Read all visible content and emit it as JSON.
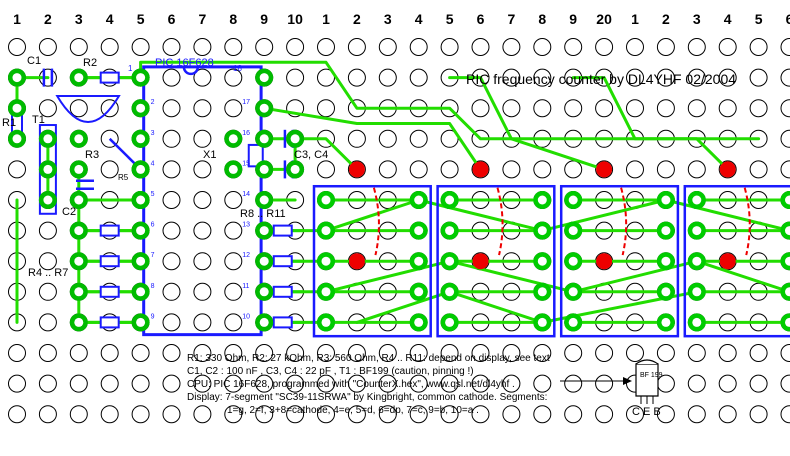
{
  "title": "PIC frequency counter by DL4YHF 02/2004",
  "column_labels": [
    "1",
    "2",
    "3",
    "4",
    "5",
    "6",
    "7",
    "8",
    "9",
    "10",
    "1",
    "2",
    "3",
    "4",
    "5",
    "6",
    "7",
    "8",
    "9",
    "20",
    "1",
    "2",
    "3",
    "4",
    "5",
    "6"
  ],
  "components": {
    "c1": "C1",
    "r2": "R2",
    "r1": "R1",
    "t1": "T1",
    "r3": "R3",
    "r5": "R5",
    "c2": "C2",
    "r4_r7": "R4 .. R7",
    "x1": "X1",
    "c3_c4": "C3, C4",
    "r8_r11": "R8 .. R11",
    "pic": "PIC 16F628",
    "pin1": "1",
    "pin18": "18",
    "transistor_marking": "BF 199",
    "transistor_pins": "C E B"
  },
  "pin_numbers_left": [
    "2",
    "3",
    "4",
    "5",
    "6",
    "7",
    "8",
    "9"
  ],
  "pin_numbers_right": [
    "17",
    "16",
    "15",
    "14",
    "13",
    "12",
    "11",
    "10"
  ],
  "notes": [
    "R1: 330 Ohm,  R2: 27 kOhm,   R3: 560 Ohm,  R4 .. R11: depend on display, see text",
    "C1, C2 : 100 nF ,     C3, C4 : 22 pF ,      T1 : BF199 (caution, pinning !)",
    "CPU: PIC 16F628, programmed  with \"CounterX.hex\", www.qsl.net/dl4yhf .",
    "Display: 7-segment \"SC39-11SRWA\" by Kingbright, common cathode. Segments:",
    "1=g, 2=f, 3+8=cathode, 4=e, 5=d, 6=dp, 7=c, 9=b, 10=a ."
  ],
  "colors": {
    "trace": "#22dd00",
    "component": "#1a1aff",
    "pad": "#00bb00",
    "display_pad": "#00cc00",
    "red_pad": "#ee0000",
    "hole_stroke": "#000000"
  }
}
